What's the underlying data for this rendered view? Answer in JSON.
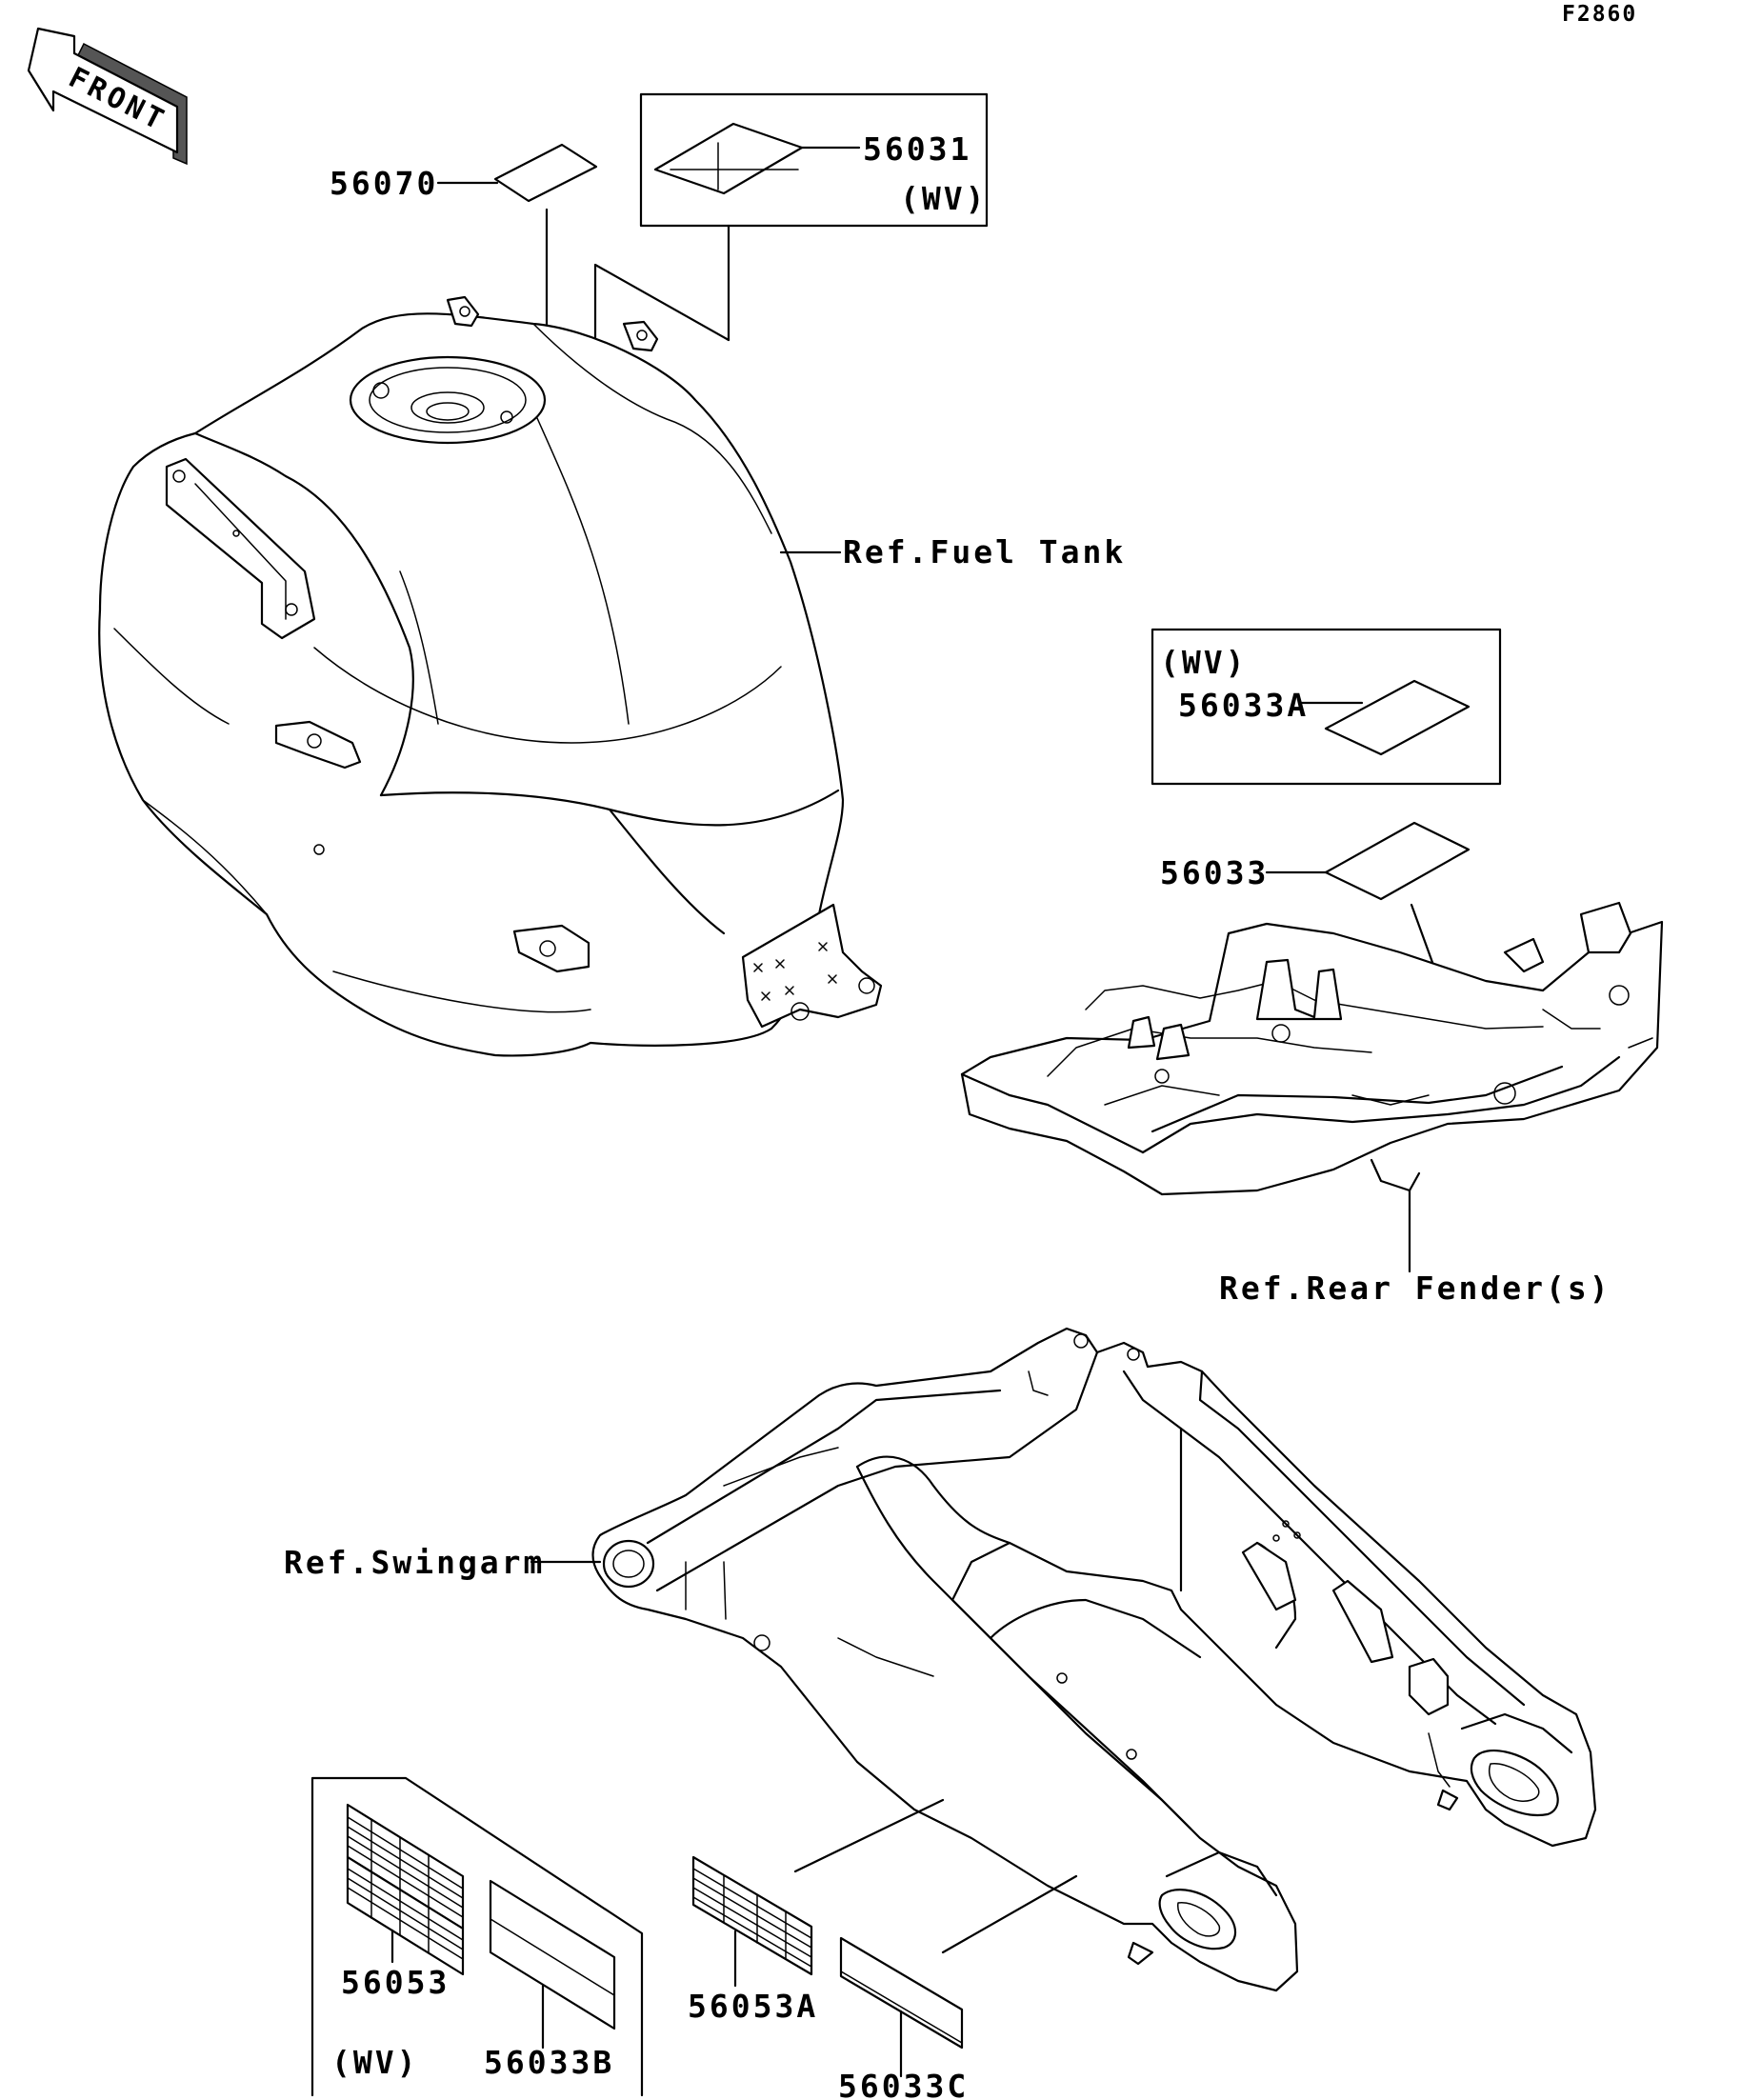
{
  "diagram": {
    "code": "F2860",
    "front_arrow_label": "FRONT",
    "parts": {
      "p56070": "56070",
      "p56031": "56031",
      "p56031_variant": "(WV)",
      "p56033A_variant": "(WV)",
      "p56033A": "56033A",
      "p56033": "56033",
      "p56053": "56053",
      "p56033B": "56033B",
      "wv_box_variant": "(WV)",
      "p56053A": "56053A",
      "p56033C": "56033C"
    },
    "references": {
      "fuel_tank": "Ref.Fuel Tank",
      "rear_fender": "Ref.Rear Fender(s)",
      "swingarm": "Ref.Swingarm"
    }
  }
}
